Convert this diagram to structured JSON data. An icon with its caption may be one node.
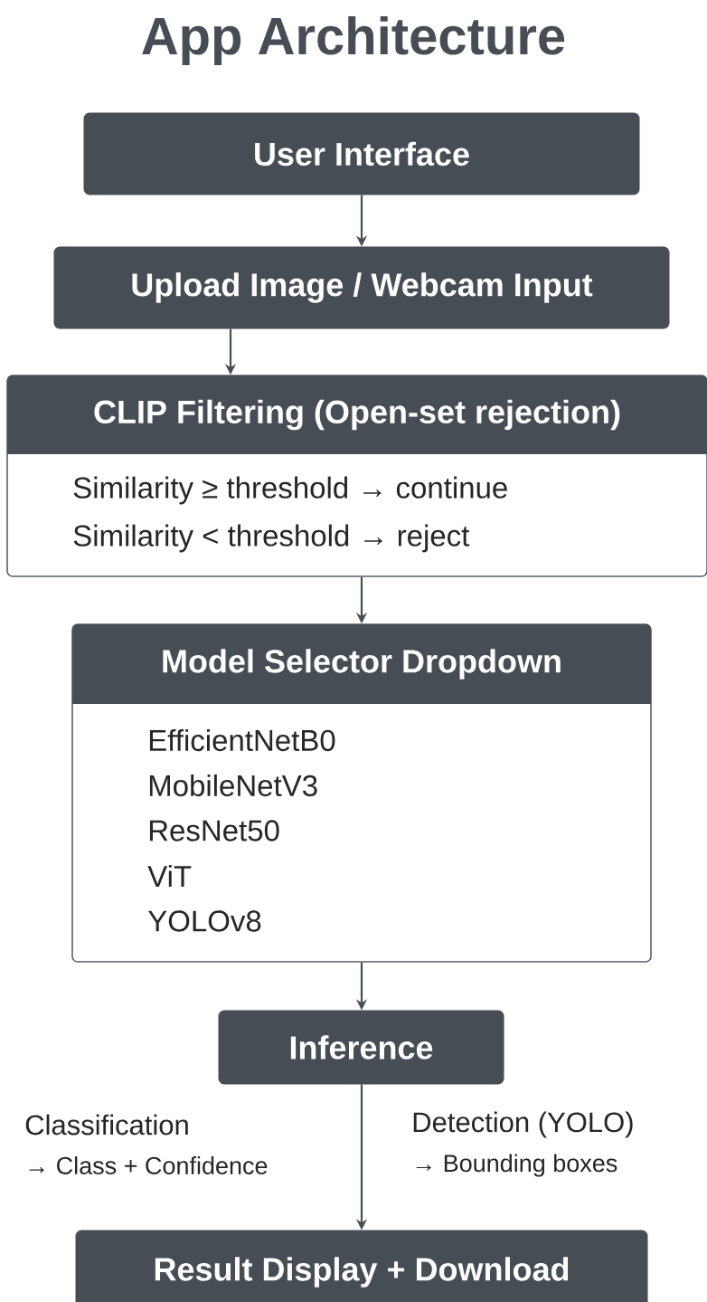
{
  "diagram": {
    "title": "App Architecture",
    "nodes": [
      {
        "text": [
          "User Interface"
        ]
      },
      {
        "text": [
          "Upload Image / Webcam Input"
        ]
      },
      {
        "text": [
          "CLIP Filtering (Open-set rejection)",
          "Similarity ≥ threshold → continue",
          "Similarity < threshold → reject"
        ]
      },
      {
        "text": [
          "Model Selector Dropdown",
          "EfficientNetB0",
          "MobileNetV3",
          "ResNet50",
          "ViT",
          "YOLOv8"
        ]
      },
      {
        "text": [
          "Inference"
        ]
      },
      {
        "text": [
          "Result Display + Download"
        ]
      }
    ],
    "edges": [
      {
        "from": 0,
        "to": 1,
        "arrow": "to"
      },
      {
        "from": 1,
        "to": 2,
        "arrow": "to"
      },
      {
        "from": 2,
        "to": 3,
        "arrow": "to"
      },
      {
        "from": 3,
        "to": 4,
        "arrow": "to"
      },
      {
        "from": 4,
        "to": 5,
        "arrow": "to"
      }
    ],
    "labels": [
      "Classification",
      "→ Class + Confidence",
      "Detection (YOLO)",
      "→ Bounding boxes"
    ]
  }
}
